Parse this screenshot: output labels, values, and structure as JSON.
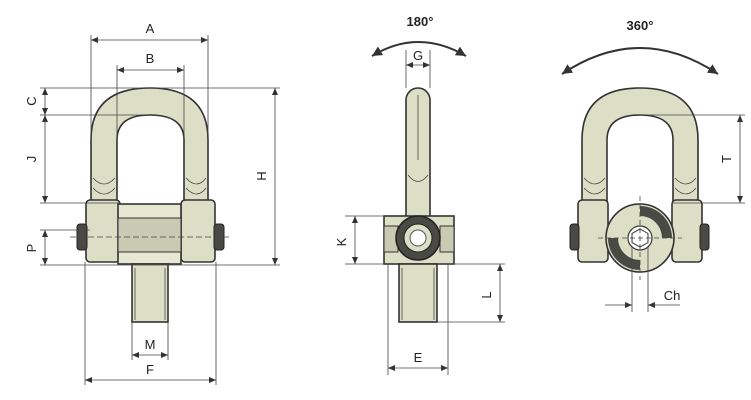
{
  "views": {
    "front": {
      "labels": {
        "A": "A",
        "B": "B",
        "C": "C",
        "J": "J",
        "H": "H",
        "P": "P",
        "M": "M",
        "F": "F"
      }
    },
    "side": {
      "rotation": "180°",
      "labels": {
        "G": "G",
        "K": "K",
        "L": "L",
        "E": "E"
      }
    },
    "rear": {
      "rotation": "360°",
      "labels": {
        "T": "T",
        "Ch": "Ch"
      }
    }
  },
  "colors": {
    "part_fill": "#dcdfc6",
    "part_dark": "#b9bda0",
    "line": "#333333",
    "background": "#ffffff"
  }
}
